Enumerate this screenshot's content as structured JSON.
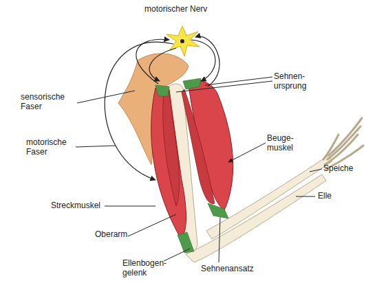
{
  "diagram": {
    "labels": [
      "motorischer Nerv",
      "sensorische Faser",
      "motorische Faser",
      "Sehnen- ursprung",
      "Beuge- muskel",
      "Speiche",
      "Elle",
      "Streckmuskel",
      "Oberarm",
      "Ellenbogen- gelenk",
      "Sehnenansatz"
    ]
  }
}
